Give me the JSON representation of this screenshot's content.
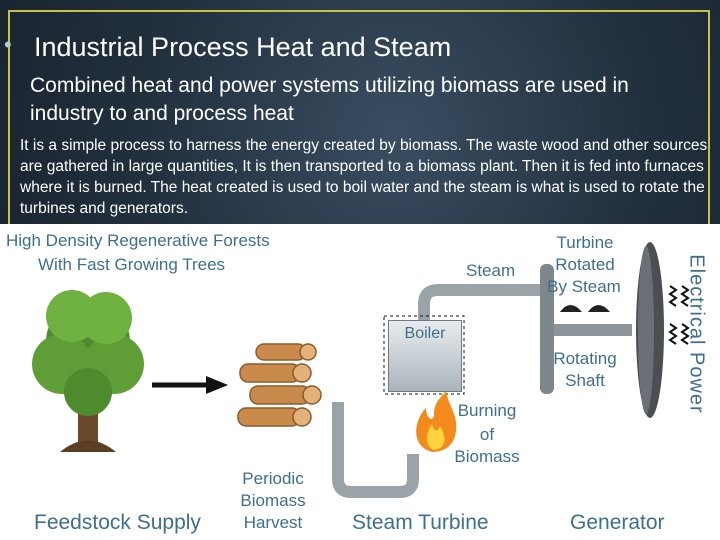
{
  "slide": {
    "bullet": "•",
    "title": "Industrial Process Heat and Steam",
    "subtitle": "Combined heat and power systems utilizing biomass are used in industry to and process heat",
    "body": "It is a simple process to harness the energy created by biomass. The waste wood and other sources are gathered in large quantities, It is then transported to a biomass plant. Then it is fed into furnaces where it is burned. The heat created is used to boil water and the steam is what is used to rotate the turbines and generators."
  },
  "diagram": {
    "forest_line1": "High Density Regenerative Forests",
    "forest_line2": "With Fast Growing Trees",
    "steam": "Steam",
    "turbine_line1": "Turbine",
    "turbine_line2": "Rotated",
    "turbine_line3": "By Steam",
    "boiler": "Boiler",
    "shaft_line1": "Rotating",
    "shaft_line2": "Shaft",
    "burning_line1": "Burning",
    "burning_line2": "of",
    "burning_line3": "Biomass",
    "harvest_line1": "Periodic",
    "harvest_line2": "Biomass",
    "harvest_line3": "Harvest",
    "electrical_power": "Electrical Power",
    "section_feedstock": "Feedstock Supply",
    "section_turbine": "Steam Turbine",
    "section_generator": "Generator"
  },
  "colors": {
    "label_blue": "#3f6f8c",
    "frame_yellow": "#c8c244",
    "pipe_gray": "#9aa3a8"
  }
}
